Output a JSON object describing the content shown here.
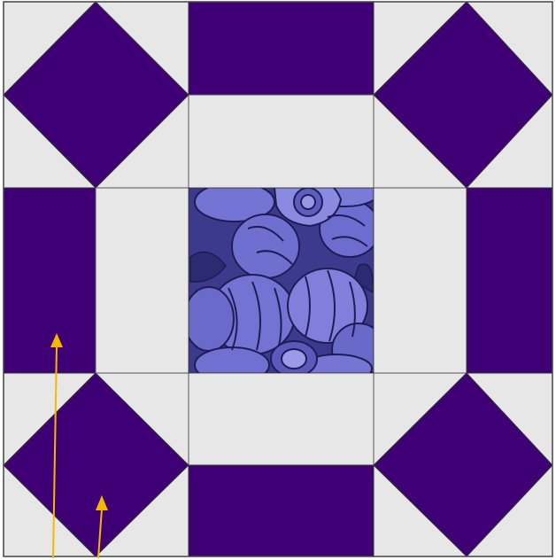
{
  "colors": {
    "purple": "#3f0075",
    "light": "#e7e7e7",
    "seam": "#555555",
    "arrow": "#f5b800",
    "flower_bg": "#3b3a8c",
    "flower_petal": "#6f6fd0",
    "flower_petal_light": "#9797e6",
    "flower_line": "#1f1c55"
  },
  "block": {
    "grid": "3x3",
    "center_fabric": "blue-floral-print",
    "corner_units": "square-in-square",
    "side_units": "two-rectangle",
    "annotations": "two-yellow-arrows"
  }
}
